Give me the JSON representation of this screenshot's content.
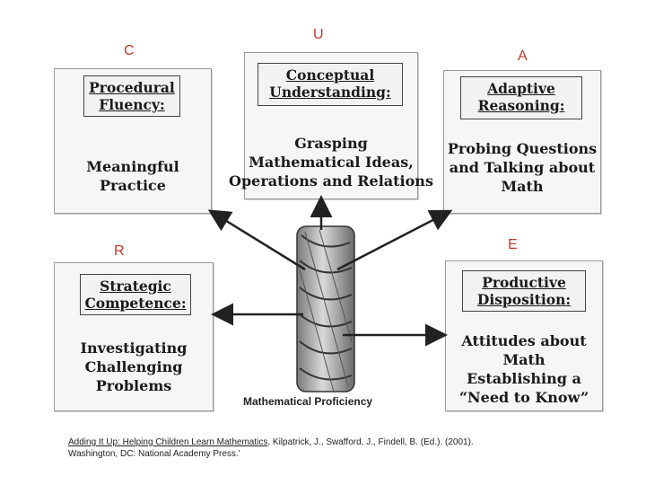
{
  "letters": {
    "c": "C",
    "u": "U",
    "a": "A",
    "r": "R",
    "e": "E"
  },
  "boxes": {
    "procedural": {
      "title": "Procedural\nFluency:",
      "body": "Meaningful\nPractice"
    },
    "conceptual": {
      "title": "Conceptual\nUnderstanding:",
      "body": "Grasping\nMathematical Ideas,\nOperations and Relations"
    },
    "adaptive": {
      "title": "Adaptive\nReasoning:",
      "body": "Probing Questions\nand Talking about\nMath"
    },
    "strategic": {
      "title": "Strategic\nCompetence:",
      "body": "Investigating\nChallenging\nProblems"
    },
    "productive": {
      "title": "Productive\nDisposition:",
      "body": "Attitudes about\nMath\nEstablishing a\n“Need to Know”"
    }
  },
  "center_caption": "Mathematical Proficiency",
  "citation": {
    "title": "Adding It Up: Helping Children Learn Mathematics",
    "rest": ", Kilpatrick, J., Swafford, J., Findell, B. (Ed.). (2001).",
    "line2": "Washington, DC: National Academy Press.'"
  },
  "colors": {
    "letters": "#c0392b",
    "ink": "#1a1a1a"
  }
}
